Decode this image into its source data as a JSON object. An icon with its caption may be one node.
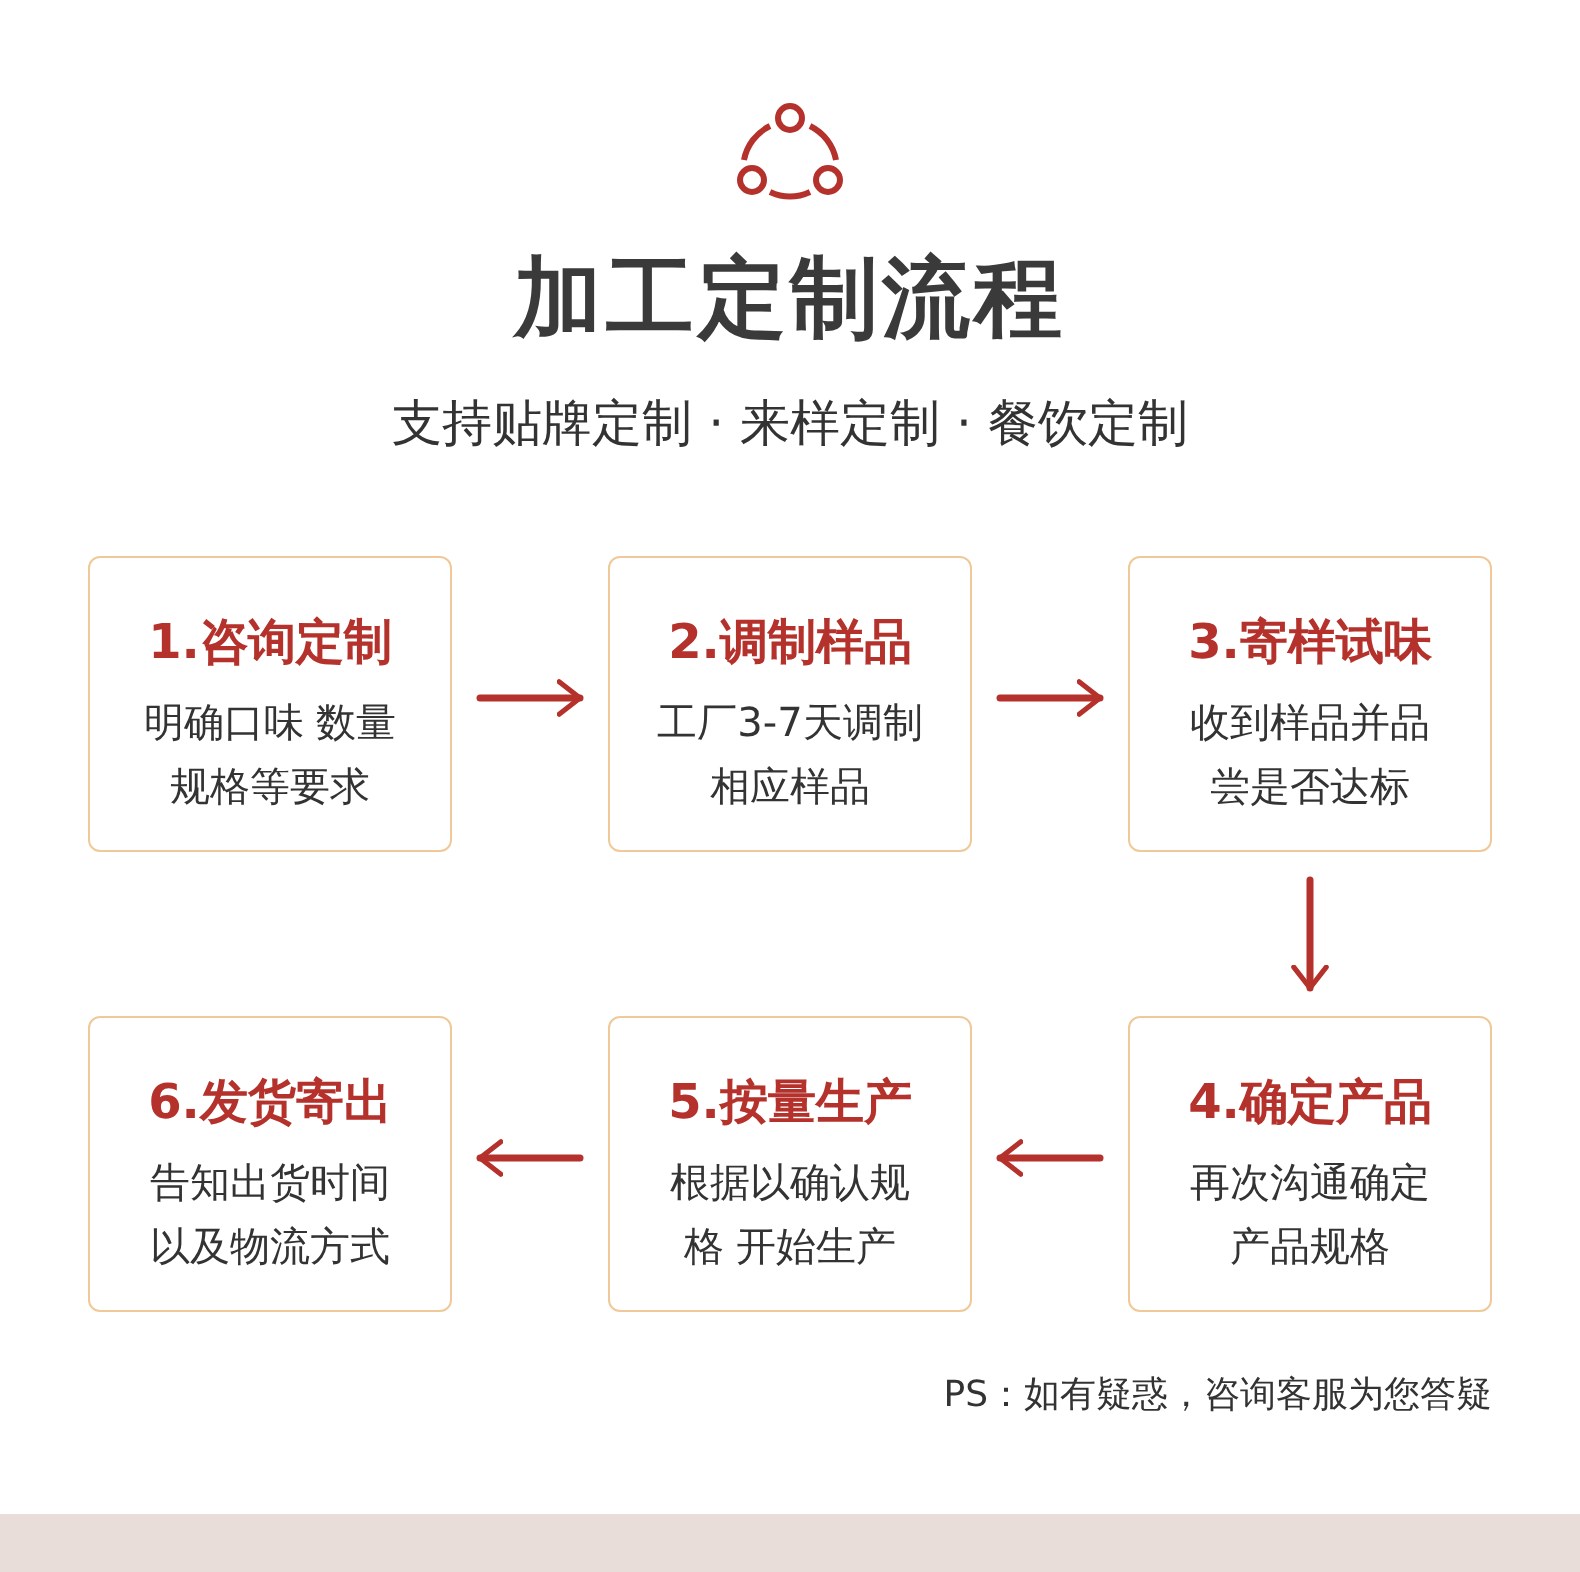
{
  "diagram": {
    "title": "加工定制流程",
    "nodes": [
      {
        "text": [
          "1.咨询定制",
          "明确口味 数量规格等要求"
        ]
      },
      {
        "text": [
          "2.调制样品",
          "工厂3-7天调制相应样品"
        ]
      },
      {
        "text": [
          "3.寄样试味",
          "收到样品并品尝是否达标"
        ]
      },
      {
        "text": [
          "4.确定产品",
          "再次沟通确定产品规格"
        ]
      },
      {
        "text": [
          "5.按量生产",
          "根据以确认规格 开始生产"
        ]
      },
      {
        "text": [
          "6.发货寄出",
          "告知出货时间以及物流方式"
        ]
      }
    ],
    "edges": [
      {
        "from": 0,
        "to": 1,
        "arrow": "to"
      },
      {
        "from": 1,
        "to": 2,
        "arrow": "to"
      },
      {
        "from": 2,
        "to": 3,
        "arrow": "to"
      },
      {
        "from": 3,
        "to": 4,
        "arrow": "to"
      },
      {
        "from": 4,
        "to": 5,
        "arrow": "to"
      }
    ],
    "labels": [
      "支持贴牌定制 · 来样定制 · 餐饮定制",
      "PS：如有疑惑，咨询客服为您答疑"
    ]
  }
}
